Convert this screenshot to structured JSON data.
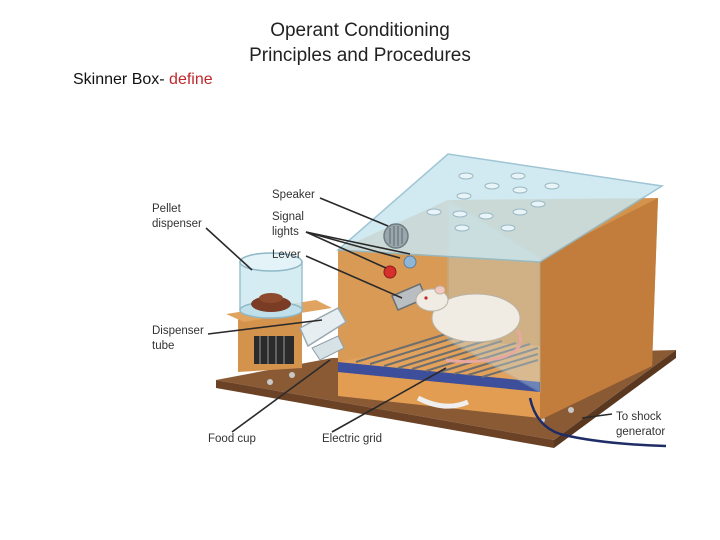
{
  "slide": {
    "title_line1": "Operant Conditioning",
    "title_line2": "Principles and Procedures",
    "subtitle_prefix": "Skinner Box- ",
    "subtitle_accent": "define",
    "accent_color": "#c0282d"
  },
  "diagram": {
    "labels": {
      "speaker": "Speaker",
      "pellet_line1": "Pellet",
      "pellet_line2": "dispenser",
      "signal_line1": "Signal",
      "signal_line2": "lights",
      "lever": "Lever",
      "tube_line1": "Dispenser",
      "tube_line2": "tube",
      "food_cup": "Food cup",
      "electric_grid": "Electric grid",
      "shock_line1": "To shock",
      "shock_line2": "generator"
    },
    "colors": {
      "wood": "#d4934d",
      "wood_dark": "#a8672c",
      "base": "#8a5a35",
      "glass": "#c9e6ef",
      "grid_trim": "#3d4f9a",
      "rat": "#f1ece3"
    }
  }
}
